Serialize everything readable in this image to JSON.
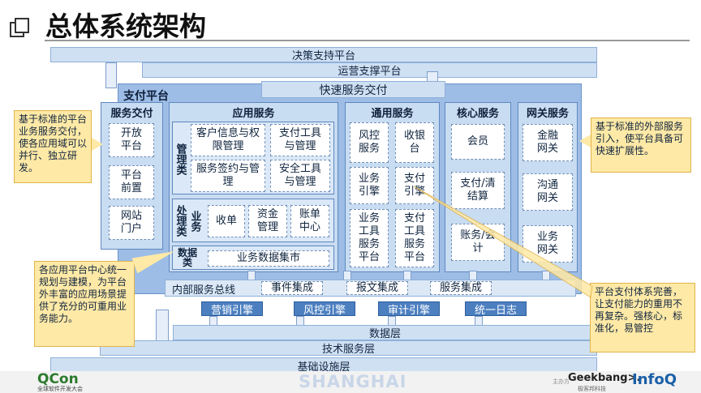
{
  "title": "总体系统架构",
  "top": {
    "decision": "决策支持平台",
    "operation": "运营支撑平台",
    "fast_service": "快速服务交付"
  },
  "pay_platform": {
    "label": "支付平台",
    "service_delivery": {
      "header": "服务交付",
      "items": [
        "开放平台",
        "平台前置",
        "网站门户"
      ]
    },
    "app_service": {
      "header": "应用服务",
      "mgmt_label": "管理类",
      "mgmt_items": [
        "客户信息与权限管理",
        "支付工具与管理",
        "服务签约与管理",
        "安全工具与管理"
      ],
      "proc_label": "处理类",
      "biz_label": "业务",
      "proc_items": [
        "收单",
        "资金管理",
        "账单中心"
      ],
      "data_label": "数据类",
      "data_item": "业务数据集市"
    },
    "common_service": {
      "header": "通用服务",
      "items": [
        "风控服务",
        "收银台",
        "业务引擎",
        "支付引擎",
        "业务工具服务平台",
        "支付工具服务平台"
      ]
    },
    "core_service": {
      "header": "核心服务",
      "items": [
        "会员",
        "支付/清结算",
        "账务/会计"
      ]
    },
    "gateway_service": {
      "header": "网关服务",
      "items": [
        "金融网关",
        "沟通网关",
        "业务网关"
      ]
    },
    "bus": {
      "label": "内部服务总线",
      "items": [
        "事件集成",
        "报文集成",
        "服务集成"
      ]
    },
    "engines": [
      "营销引擎",
      "风控引擎",
      "审计引擎",
      "统一日志"
    ]
  },
  "bottom": {
    "data_layer": "数据层",
    "tech_layer": "技术服务层",
    "infra_layer": "基础设施层"
  },
  "callouts": {
    "left_top": "基于标准的平台业务服务交付，使各应用域可以并行、独立研发。",
    "left_bottom": "各应用平台中心统一规划与建模，为平台外丰富的应用场景提供了充分的可重用业务能力。",
    "right_top": "基于标准的外部服务引入，使平台具备可快速扩展性。",
    "right_bottom": "平台支付体系完善，让支付能力的重用不再复杂。强核心，标准化，易管控"
  },
  "footer": {
    "qcon": "QCon",
    "qcon_sub": "全球软件开发大会",
    "city": "SHANGHAI",
    "host_label": "主办方",
    "geekbang": "Geekbang>.",
    "geekbang_sub": "极客邦科技",
    "infoq": "InfoQ"
  },
  "colors": {
    "accent_blue": "#4c7fc0",
    "panel_blue": "#9dbde6",
    "callout_yellow": "#ffe9a6"
  }
}
